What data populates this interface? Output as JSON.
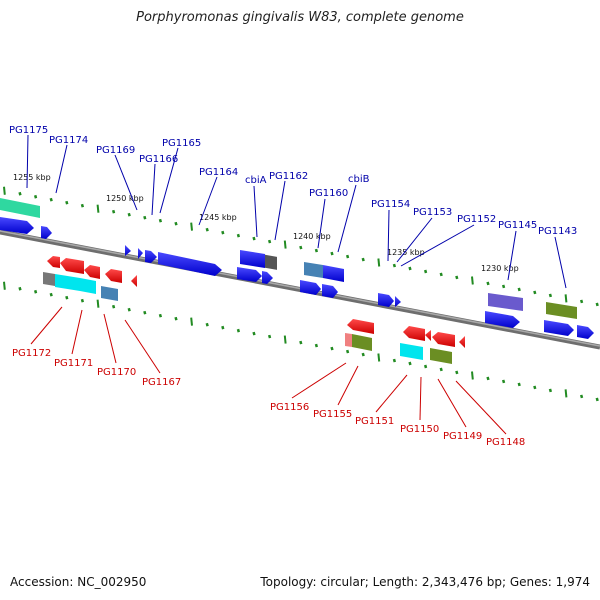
{
  "title": "Porphyromonas gingivalis W83, complete genome",
  "footer": {
    "accession": "Accession: NC_002950",
    "summary": "Topology: circular; Length: 2,343,476 bp; Genes: 1,974"
  },
  "colors": {
    "forward_gene": "#0000ee",
    "reverse_gene": "#ee0000",
    "forward_label": "#0000aa",
    "reverse_label": "#cc0000",
    "backbone": "#808080",
    "tick": "#228b22"
  },
  "scale": [
    "1255 kbp",
    "1250 kbp",
    "1245 kbp",
    "1240 kbp",
    "1235 kbp",
    "1230 kbp"
  ],
  "forward_labels": [
    "PG1175",
    "PG1174",
    "PG1169",
    "PG1166",
    "PG1165",
    "PG1164",
    "cbiA",
    "PG1162",
    "PG1160",
    "cbiB",
    "PG1154",
    "PG1153",
    "PG1152",
    "PG1145",
    "PG1143"
  ],
  "reverse_labels": [
    "PG1172",
    "PG1171",
    "PG1170",
    "PG1167",
    "PG1156",
    "PG1155",
    "PG1151",
    "PG1150",
    "PG1149",
    "PG1148"
  ]
}
